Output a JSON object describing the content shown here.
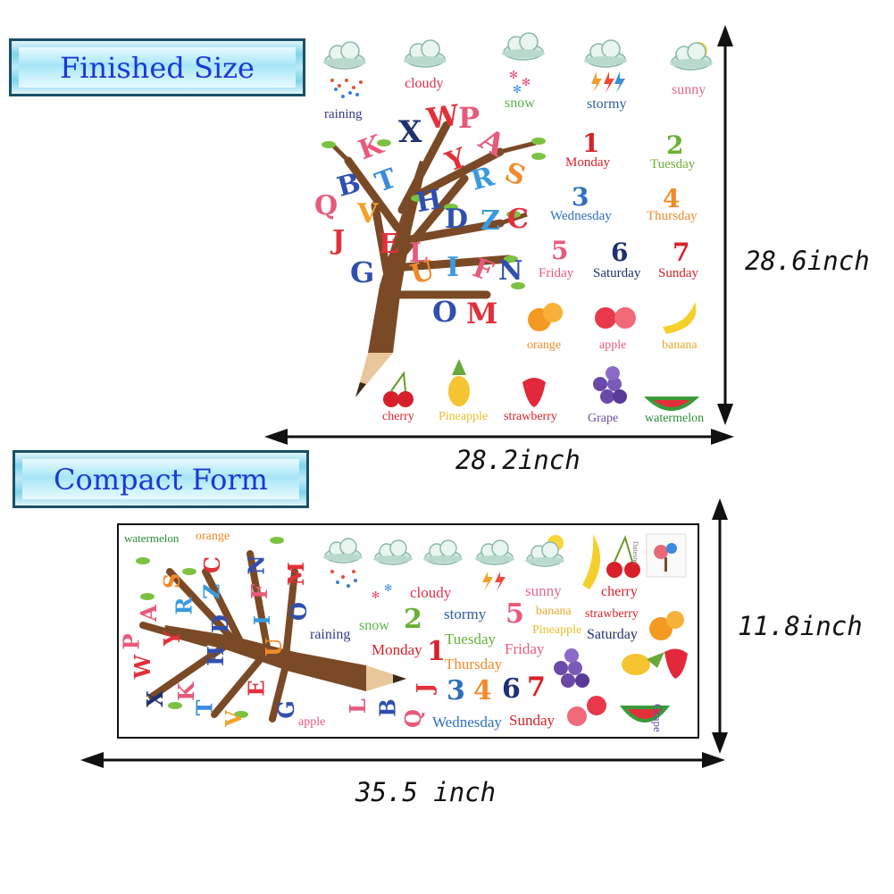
{
  "labels": {
    "finished": "Finished Size",
    "compact": "Compact Form"
  },
  "dimensions": {
    "finished_height": "28.6inch",
    "finished_width": "28.2inch",
    "compact_height": "11.8inch",
    "compact_width": "35.5 inch"
  },
  "weather": {
    "raining": "raining",
    "cloudy": "cloudy",
    "snow": "snow",
    "stormy": "stormy",
    "sunny": "sunny"
  },
  "days": {
    "n1": "1",
    "monday": "Monday",
    "n2": "2",
    "tuesday": "Tuesday",
    "n3": "3",
    "wednesday": "Wednesday",
    "n4": "4",
    "thursday": "Thursday",
    "n5": "5",
    "friday": "Friday",
    "n6": "6",
    "saturday": "Saturday",
    "n7": "7",
    "sunday": "Sunday"
  },
  "fruits": {
    "orange": "orange",
    "apple": "apple",
    "banana": "banana",
    "cherry": "cherry",
    "pineapple": "Pineapple",
    "strawberry": "strawberry",
    "grape": "Grape",
    "watermelon": "watermelon"
  },
  "letters": {
    "x": "X",
    "w": "W",
    "p": "P",
    "a": "A",
    "k": "K",
    "y": "Y",
    "s": "S",
    "b": "B",
    "t": "T",
    "r": "R",
    "q": "Q",
    "v": "V",
    "h": "H",
    "d": "D",
    "z": "Z",
    "c": "C",
    "j": "J",
    "e": "E",
    "l": "L",
    "g": "G",
    "u": "U",
    "i": "I",
    "f": "F",
    "n": "N",
    "o": "O",
    "m": "M"
  },
  "brand": "Datesno",
  "colors": {
    "label_text": "#1d36d6",
    "label_border": "#1a4f66",
    "trunk": "#7a4a26",
    "leaf": "#7cc242"
  }
}
